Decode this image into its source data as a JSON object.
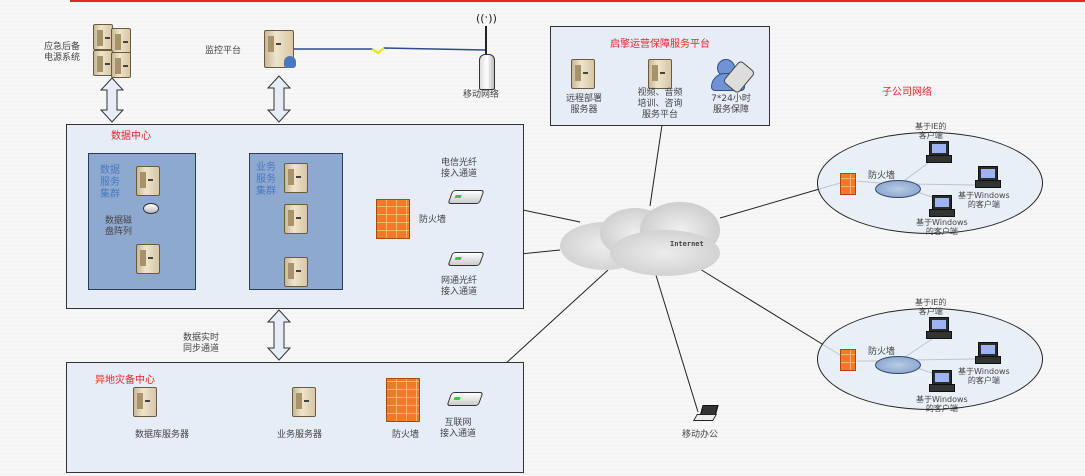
{
  "top": {
    "backup_power": [
      "应急后备",
      "电源系统"
    ],
    "monitor_platform": "监控平台",
    "mobile_network": "移动网络"
  },
  "ops_platform": {
    "title": "启擎运营保障服务平台",
    "items": [
      {
        "label": [
          "远程部署",
          "服务器"
        ],
        "icon": "server-icon"
      },
      {
        "label": [
          "视频、音频",
          "培训、咨询",
          "服务平台"
        ],
        "icon": "server-icon"
      },
      {
        "label": [
          "7*24小时",
          "服务保障"
        ],
        "icon": "support-user-phone-icon"
      }
    ]
  },
  "data_center": {
    "title": "数据中心",
    "data_cluster": [
      "数据",
      "服务",
      "集群"
    ],
    "disk_array": [
      "数据磁",
      "盘阵列"
    ],
    "business_cluster": [
      "业务",
      "服务",
      "集群"
    ],
    "firewall": "防火墙",
    "telecom_access": [
      "电信光纤",
      "接入通道"
    ],
    "netcom_access": [
      "网通光纤",
      "接入通道"
    ]
  },
  "sync_channel": [
    "数据实时",
    "同步通道"
  ],
  "dr_center": {
    "title": "异地灾备中心",
    "db_server": "数据库服务器",
    "business_server": "业务服务器",
    "firewall": "防火墙",
    "internet_access": [
      "互联网",
      "接入通道"
    ]
  },
  "internet": {
    "label": "Internet",
    "mobile_office": "移动办公"
  },
  "subsidiary": {
    "title": "子公司网络",
    "networks": [
      {
        "firewall": "防火墙",
        "clients": [
          [
            "基于IE的",
            "客户端"
          ],
          [
            "基于Windows",
            "的客户端"
          ],
          [
            "基于Windows",
            "的客户端"
          ]
        ]
      },
      {
        "firewall": "防火墙",
        "clients": [
          [
            "基于IE的",
            "客户端"
          ],
          [
            "基于Windows",
            "的客户端"
          ],
          [
            "基于Windows",
            "的客户端"
          ]
        ]
      }
    ]
  },
  "colors": {
    "accent_red": "#e8232a",
    "panel_bg": "#e6edf7",
    "cluster_bg": "#8ea9cf",
    "cluster_text": "#4a78c0",
    "firewall": "#f07a28"
  }
}
